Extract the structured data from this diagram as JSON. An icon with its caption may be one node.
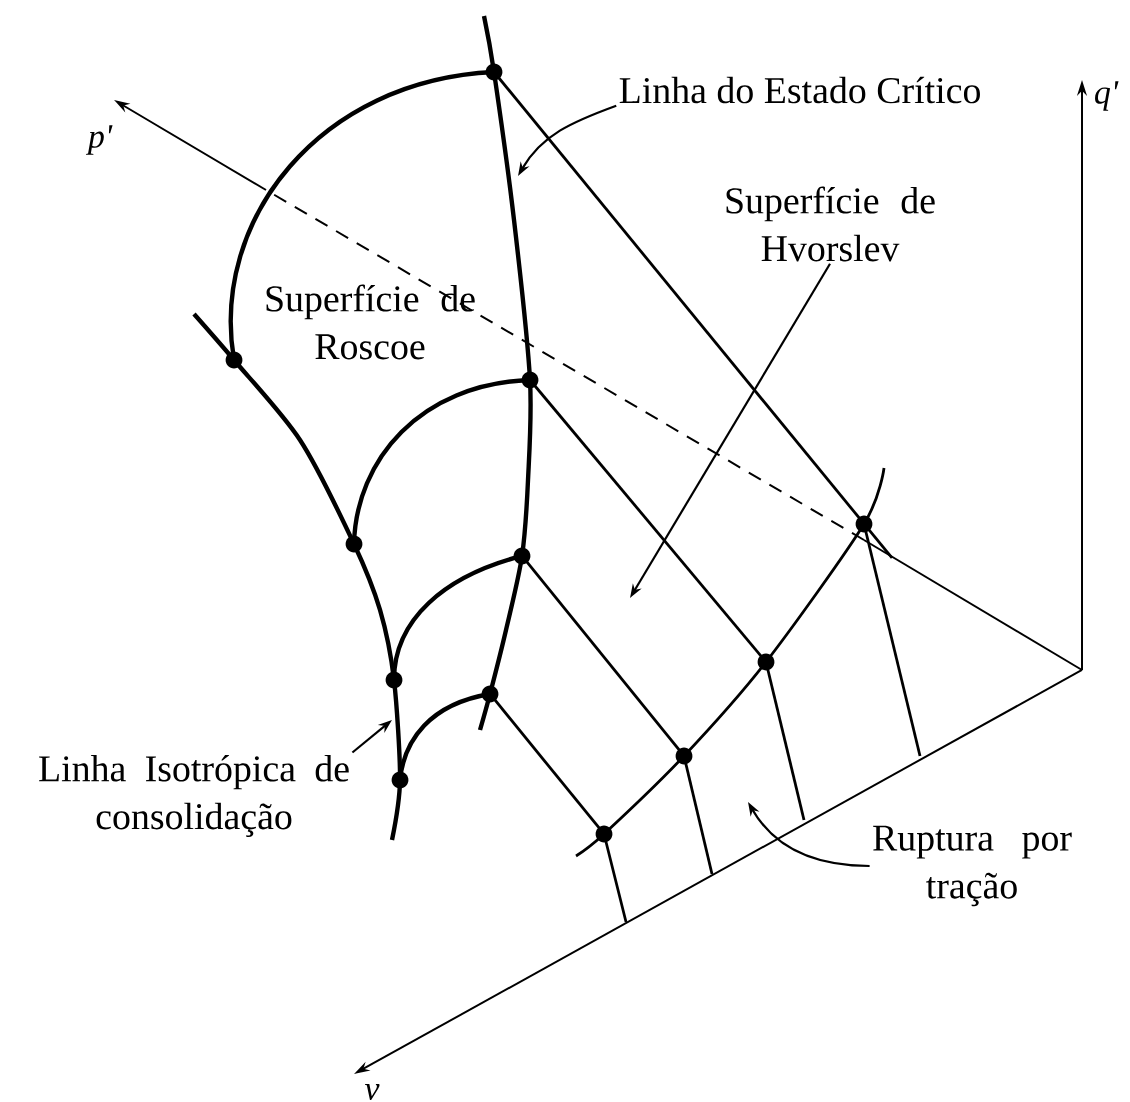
{
  "diagram": {
    "nodes": [
      {
        "text": [
          "Linha do Estado Crítico"
        ]
      },
      {
        "text": [
          "Superfície de Hvorslev"
        ]
      },
      {
        "text": [
          "Linha Isotrópica de consolidação"
        ]
      },
      {
        "text": [
          "Ruptura por tração"
        ]
      }
    ],
    "edges": [
      {
        "from": 0,
        "to": null,
        "arrow": "to"
      },
      {
        "from": 1,
        "to": null,
        "arrow": "to"
      },
      {
        "from": 2,
        "to": null,
        "arrow": "to"
      },
      {
        "from": 3,
        "to": null,
        "arrow": "to"
      }
    ],
    "labels": [
      "p'",
      "Superfície de Roscoe",
      "q'",
      "v"
    ]
  }
}
